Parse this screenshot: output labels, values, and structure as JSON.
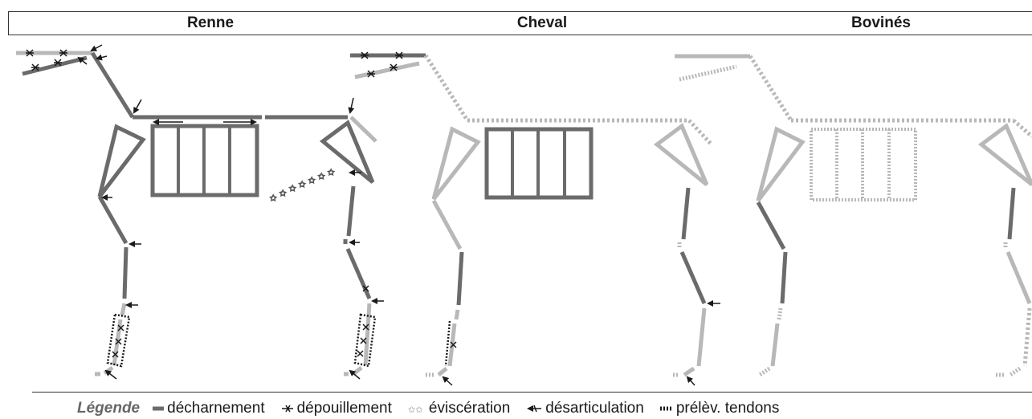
{
  "header": {
    "columns": [
      {
        "title": "Renne"
      },
      {
        "title": "Cheval"
      },
      {
        "title": "Bovinés"
      }
    ]
  },
  "legend": {
    "title": "Légende",
    "items": [
      {
        "key": "decharnement",
        "label": "décharnement",
        "icon": "solid-bar-icon"
      },
      {
        "key": "depouillement",
        "label": "dépouillement",
        "icon": "cross-arrow-icon"
      },
      {
        "key": "evisceration",
        "label": "éviscération",
        "icon": "stars-icon"
      },
      {
        "key": "desarticulation",
        "label": "désarticulation",
        "icon": "arrow-tick-icon"
      },
      {
        "key": "prelev_tendons",
        "label": "prélèv. tendons",
        "icon": "dotted-bar-icon"
      }
    ]
  },
  "colors": {
    "dark_bone": "#6b6b6b",
    "light_bone": "#b8b8b8",
    "marks": "#1a1a1a"
  }
}
